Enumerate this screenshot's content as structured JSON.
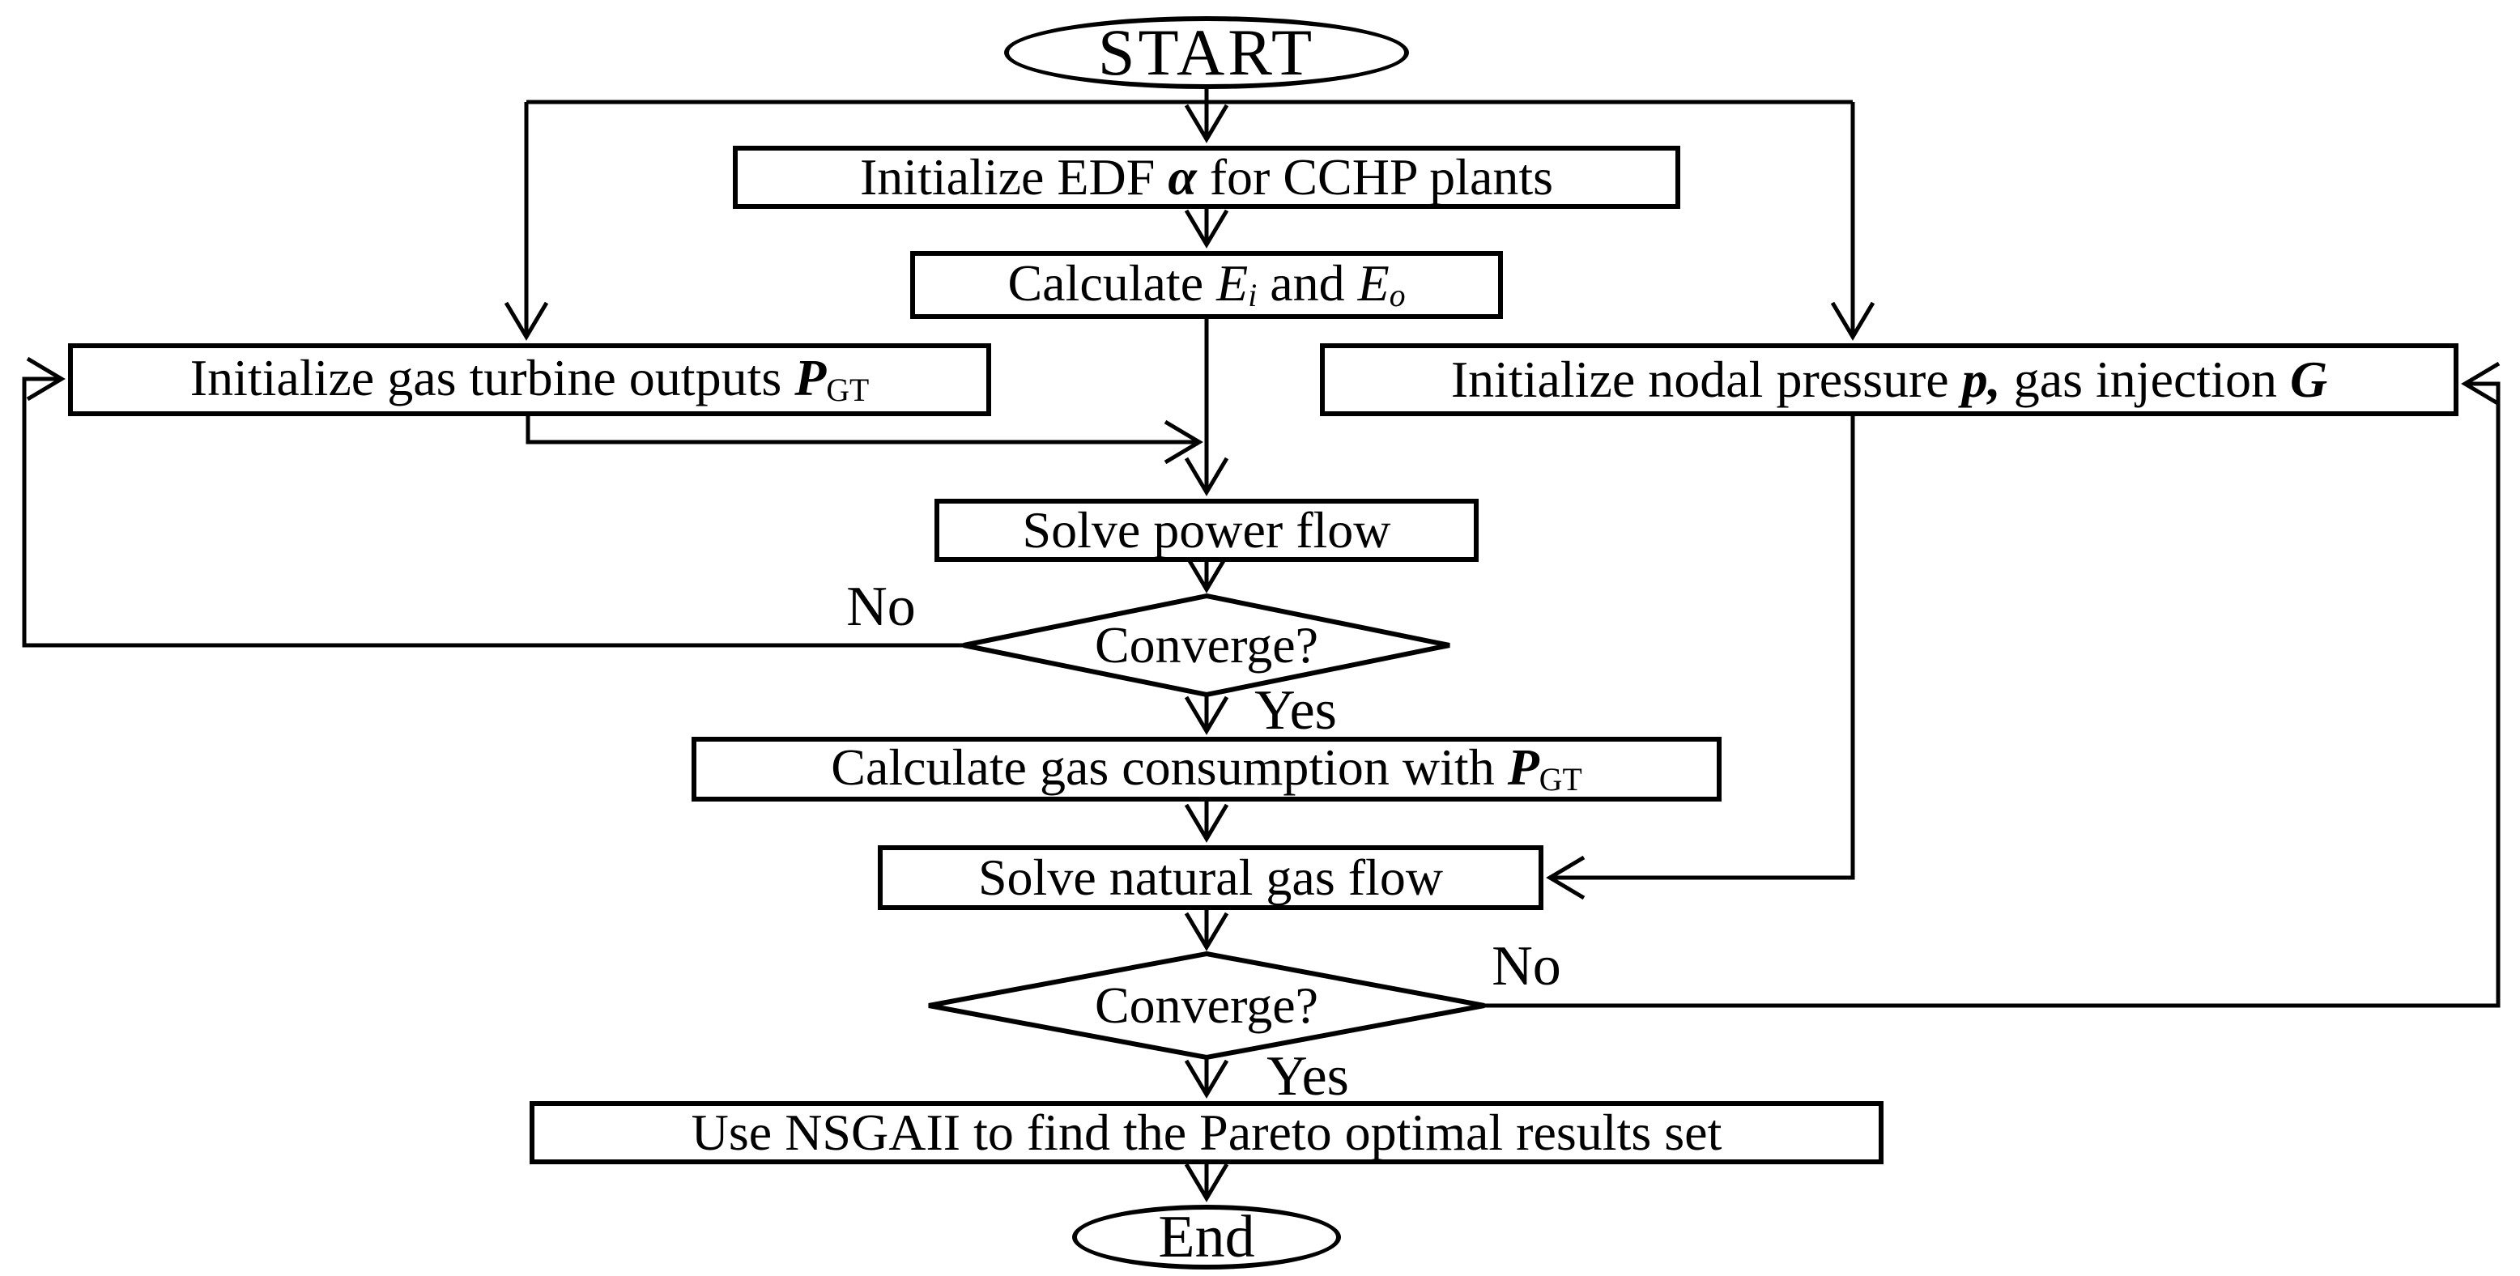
{
  "page": {
    "background": "#ffffff",
    "ink": "#000000"
  },
  "diagram": {
    "type": "flowchart",
    "nodes": {
      "start": {
        "shape": "terminator",
        "label": [
          {
            "t": "START"
          }
        ]
      },
      "init_edf": {
        "shape": "process",
        "label": [
          {
            "t": "Initialize EDF "
          },
          {
            "t": "α",
            "s": "bi"
          },
          {
            "t": " for CCHP plants"
          }
        ]
      },
      "calc_e": {
        "shape": "process",
        "label": [
          {
            "t": "Calculate "
          },
          {
            "t": "E",
            "s": "i"
          },
          {
            "t": "i",
            "s": "isub"
          },
          {
            "t": " and "
          },
          {
            "t": "E",
            "s": "i"
          },
          {
            "t": "o",
            "s": "isub"
          }
        ]
      },
      "init_gt": {
        "shape": "process",
        "label": [
          {
            "t": "Initialize gas turbine outputs "
          },
          {
            "t": "P",
            "s": "bi"
          },
          {
            "t": "GT",
            "s": "sub"
          }
        ]
      },
      "init_np": {
        "shape": "process",
        "label": [
          {
            "t": "Initialize nodal pressure "
          },
          {
            "t": "p,",
            "s": "bi"
          },
          {
            "t": " gas injection "
          },
          {
            "t": "G",
            "s": "bi"
          }
        ]
      },
      "solve_pf": {
        "shape": "process",
        "label": [
          {
            "t": "Solve power flow"
          }
        ]
      },
      "converge_1": {
        "shape": "decision",
        "label": [
          {
            "t": "Converge?"
          }
        ]
      },
      "calc_gas": {
        "shape": "process",
        "label": [
          {
            "t": "Calculate gas consumption with "
          },
          {
            "t": "P",
            "s": "bi"
          },
          {
            "t": "GT",
            "s": "sub"
          }
        ]
      },
      "solve_ng": {
        "shape": "process",
        "label": [
          {
            "t": "Solve natural gas flow"
          }
        ]
      },
      "converge_2": {
        "shape": "decision",
        "label": [
          {
            "t": "Converge?"
          }
        ]
      },
      "nsgaii": {
        "shape": "process",
        "label": [
          {
            "t": "Use NSGAII to find the Pareto optimal results set"
          }
        ]
      },
      "end": {
        "shape": "terminator",
        "label": [
          {
            "t": "End"
          }
        ]
      }
    },
    "edge_labels": {
      "no1": "No",
      "yes1": "Yes",
      "no2": "No",
      "yes2": "Yes"
    },
    "edges": [
      {
        "from": "start",
        "to": "init_edf"
      },
      {
        "from": "start",
        "to": "init_gt"
      },
      {
        "from": "start",
        "to": "init_np"
      },
      {
        "from": "init_edf",
        "to": "calc_e"
      },
      {
        "from": "calc_e",
        "to": "solve_pf"
      },
      {
        "from": "init_gt",
        "to": "solve_pf"
      },
      {
        "from": "solve_pf",
        "to": "converge_1"
      },
      {
        "from": "converge_1",
        "to": "init_gt",
        "label": "No"
      },
      {
        "from": "converge_1",
        "to": "calc_gas",
        "label": "Yes"
      },
      {
        "from": "calc_gas",
        "to": "solve_ng"
      },
      {
        "from": "init_np",
        "to": "solve_ng"
      },
      {
        "from": "solve_ng",
        "to": "converge_2"
      },
      {
        "from": "converge_2",
        "to": "init_np",
        "label": "No"
      },
      {
        "from": "converge_2",
        "to": "nsgaii",
        "label": "Yes"
      },
      {
        "from": "nsgaii",
        "to": "end"
      }
    ]
  }
}
